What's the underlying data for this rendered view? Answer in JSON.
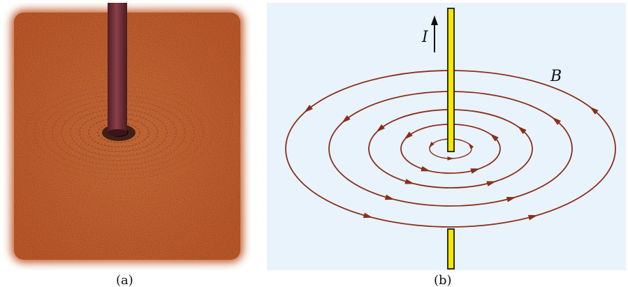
{
  "figure": {
    "left_panel": {
      "caption": "(a)",
      "filings_color": "#c4622f",
      "wire_color": "#6e2c33"
    },
    "right_panel": {
      "caption": "(b)",
      "current_label": "I",
      "field_label": "B",
      "field_line_count": 5,
      "field_line_color": "#8a2e1a",
      "wire_color": "#f6e800",
      "wire_outline_color": "#1a1a1a",
      "background_color": "#e9f3fb"
    }
  }
}
